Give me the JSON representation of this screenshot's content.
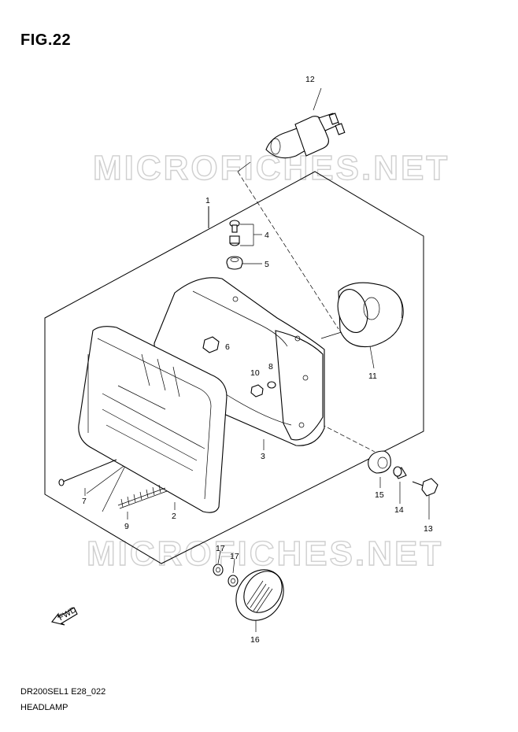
{
  "figure": {
    "title": "FIG.22",
    "model_code": "DR200SEL1 E28_022",
    "section_name": "HEADLAMP"
  },
  "watermark": {
    "text": "MICROFICHES.NET",
    "color": "#cfcfcf"
  },
  "callouts": {
    "c1": "1",
    "c2": "2",
    "c3": "3",
    "c4": "4",
    "c5": "5",
    "c6": "6",
    "c7": "7",
    "c8": "8",
    "c9": "9",
    "c10": "10",
    "c11": "11",
    "c12": "12",
    "c13": "13",
    "c14": "14",
    "c15": "15",
    "c16": "16",
    "c17a": "17",
    "c17b": "17"
  },
  "direction_marker": {
    "label": "FWD",
    "icon": "fwd-arrow-icon"
  }
}
